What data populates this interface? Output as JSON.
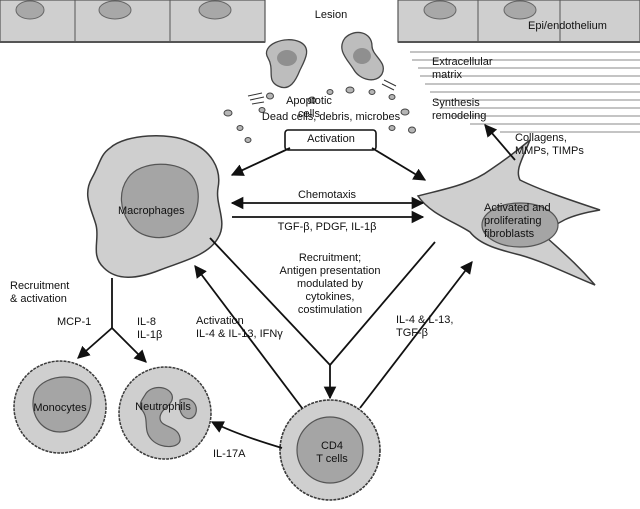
{
  "labels": {
    "lesion": "Lesion",
    "epi": "Epi/endothelium",
    "apoptotic": [
      "Apoptotic",
      "cells"
    ],
    "ecm": [
      "Extracellular",
      "matrix"
    ],
    "synthesis": [
      "Synthesis",
      "remodeling"
    ],
    "dead": "Dead cells, debris, microbes",
    "activation_box": "Activation",
    "collagens": [
      "Collagens,",
      "MMPs, TIMPs"
    ],
    "macrophages": "Macrophages",
    "chemotaxis": "Chemotaxis",
    "tgf_pdgf": "TGF-β, PDGF, IL-1β",
    "fibroblasts": [
      "Activated and",
      "proliferating",
      "fibroblasts"
    ],
    "recruit_antigen": [
      "Recruitment;",
      "Antigen presentation",
      "modulated by",
      "cytokines,",
      "costimulation"
    ],
    "recruit_activation": [
      "Recruitment",
      "& activation"
    ],
    "mcp1": "MCP-1",
    "il8": [
      "IL-8",
      "IL-1β"
    ],
    "activation_il4": [
      "Activation",
      "IL-4 & IL-13, IFNγ"
    ],
    "il4_l13": [
      "IL-4 & L-13,",
      "TGF-β"
    ],
    "monocytes": "Monocytes",
    "neutrophils": "Neutrophils",
    "il17a": "IL-17A",
    "cd4": [
      "CD4",
      "T cells"
    ]
  },
  "colors": {
    "cell_fill": "#cfcfcf",
    "nucleus_fill": "#9a9a9a",
    "outline": "#2a2a2a",
    "arrow": "#111111"
  }
}
